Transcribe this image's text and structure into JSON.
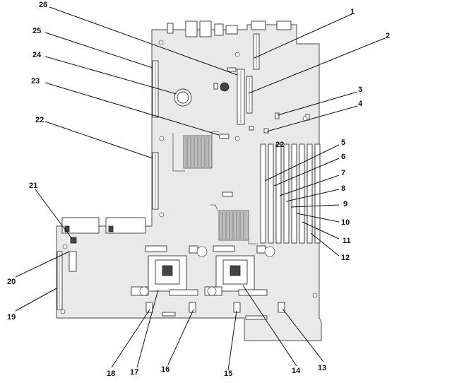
{
  "callouts": [
    {
      "label": "1"
    },
    {
      "label": "2"
    },
    {
      "label": "3"
    },
    {
      "label": "4"
    },
    {
      "label": "5"
    },
    {
      "label": "6"
    },
    {
      "label": "7"
    },
    {
      "label": "8"
    },
    {
      "label": "9"
    },
    {
      "label": "10"
    },
    {
      "label": "11"
    },
    {
      "label": "12"
    },
    {
      "label": "13"
    },
    {
      "label": "14"
    },
    {
      "label": "15"
    },
    {
      "label": "16"
    },
    {
      "label": "17"
    },
    {
      "label": "18"
    },
    {
      "label": "19"
    },
    {
      "label": "20"
    },
    {
      "label": "21"
    },
    {
      "label": "22"
    },
    {
      "label": "23"
    },
    {
      "label": "24"
    },
    {
      "label": "25"
    },
    {
      "label": "26"
    }
  ],
  "board_marking": "22"
}
